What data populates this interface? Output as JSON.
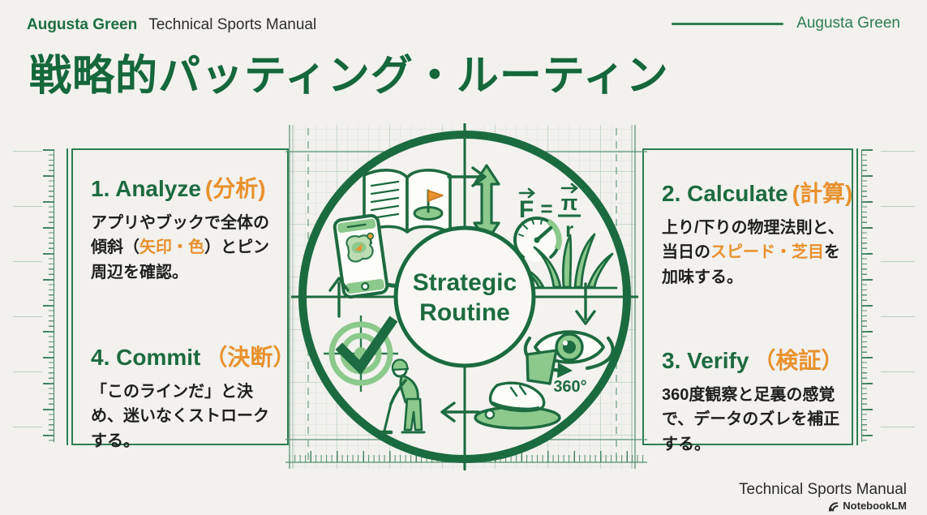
{
  "header": {
    "brand": "Augusta Green",
    "subtitle": "Technical Sports Manual",
    "brand_right": "Augusta Green"
  },
  "title": "戦略的パッティング・ルーティン",
  "center": {
    "line1": "Strategic",
    "line2": "Routine"
  },
  "formula": {
    "f": "F",
    "equals": "=",
    "numerator": "π",
    "denominator": "r"
  },
  "rotation_label": "360°",
  "steps": [
    {
      "en": "1. Analyze",
      "jp": "(分析)",
      "body": [
        {
          "t": "アプリやブックで全体の傾斜（"
        },
        {
          "t": "矢印・色",
          "highlight": true
        },
        {
          "t": "）とピン周辺を確認。"
        }
      ]
    },
    {
      "en": "2. Calculate",
      "jp": "(計算)",
      "body": [
        {
          "t": "上り/下りの物理法則と、当日の"
        },
        {
          "t": "スピード・芝目",
          "highlight": true
        },
        {
          "t": "を加味する。"
        }
      ]
    },
    {
      "en": "3. Verify",
      "jp": "（検証）",
      "body": [
        {
          "t": "360度観察と足裏の感覚で、データのズレを補正する。"
        }
      ]
    },
    {
      "en": "4. Commit",
      "jp": "（決断）",
      "body": [
        {
          "t": "「このラインだ」と決め、迷いなくストロークする。"
        }
      ]
    }
  ],
  "footer": {
    "manual": "Technical Sports Manual",
    "logo": "NotebookLM"
  },
  "icons": {
    "q1": [
      "smartphone-green-map-icon",
      "yardage-book-icon",
      "curved-arrow-icon"
    ],
    "q2": [
      "up-down-arrow-icon",
      "force-formula",
      "speed-gauge-icon",
      "grass-icon"
    ],
    "q3": [
      "eye-icon",
      "rotation-360-arrow-icon",
      "foot-on-green-icon"
    ],
    "q4": [
      "target-check-icon",
      "golfer-putting-icon"
    ],
    "flow": [
      "arrow-right",
      "arrow-down",
      "arrow-left",
      "arrow-up"
    ]
  },
  "colors": {
    "green_dark": "#1d6b40",
    "green_mid": "#2e7d52",
    "green_light": "#8cc98c",
    "orange": "#e8912d",
    "ink": "#1f1f1f",
    "background": "#f2f1ee"
  }
}
